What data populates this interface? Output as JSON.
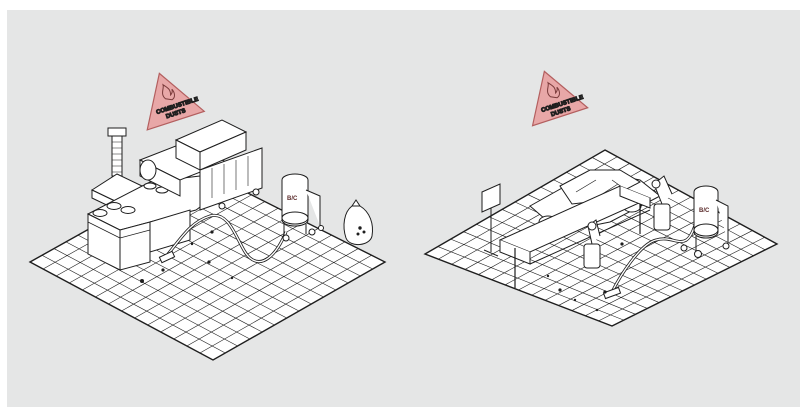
{
  "scenes": [
    {
      "id": "food-processing",
      "warning_sign": {
        "line1": "COMBUSTIBLE",
        "line2": "DUSTS"
      },
      "vacuum_label": "B/C"
    },
    {
      "id": "automotive-assembly",
      "warning_sign": {
        "line1": "COMBUSTIBLE",
        "line2": "DUSTS"
      },
      "vacuum_label": "B/C"
    }
  ],
  "colors": {
    "panel_background": "#e5e6e6",
    "floor": "#ffffff",
    "line": "#1e1e1e",
    "warning_fill": "#e8a7a7",
    "warning_text": "#5a2a2a"
  },
  "icons": [
    "flame-icon",
    "dust-sack-icon"
  ]
}
